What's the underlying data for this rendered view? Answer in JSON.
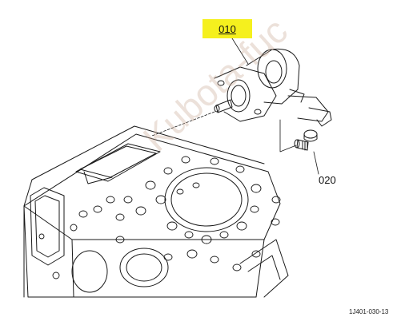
{
  "callouts": {
    "part_010": "010",
    "part_020": "020"
  },
  "figure_code": "1J401-030-13",
  "watermark": "Kubota-fuc",
  "colors": {
    "highlight": "#f5f01e",
    "linework": "#1a1a1a"
  }
}
